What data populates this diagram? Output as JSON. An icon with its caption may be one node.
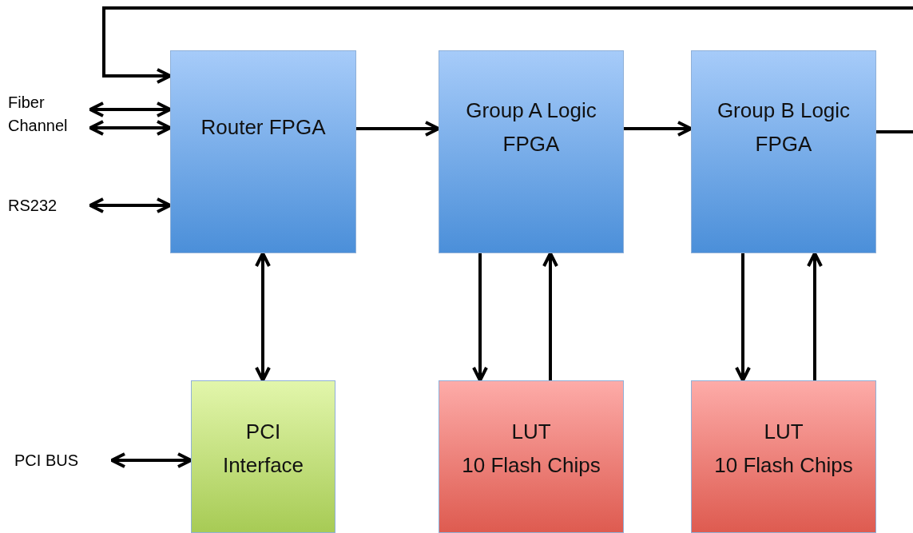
{
  "diagram": {
    "nodes": [
      {
        "text": [
          "Router FPGA"
        ]
      },
      {
        "text": [
          "Group A Logic FPGA"
        ]
      },
      {
        "text": [
          "Group B Logic FPGA"
        ]
      },
      {
        "text": [
          "PCI Interface"
        ]
      },
      {
        "text": [
          "LUT",
          "10 Flash Chips"
        ]
      },
      {
        "text": [
          "LUT",
          "10 Flash Chips"
        ]
      },
      {
        "text": [
          "Fiber Channel"
        ]
      },
      {
        "text": [
          "RS232"
        ]
      },
      {
        "text": [
          "PCI BUS"
        ]
      }
    ],
    "edges": [
      {
        "from": 2,
        "to": null,
        "arrow": "none"
      },
      {
        "from": null,
        "to": 0,
        "arrow": "to"
      },
      {
        "from": 6,
        "to": 0,
        "arrow": "both"
      },
      {
        "from": 6,
        "to": 0,
        "arrow": "both"
      },
      {
        "from": 7,
        "to": 0,
        "arrow": "both"
      },
      {
        "from": 0,
        "to": 1,
        "arrow": "to"
      },
      {
        "from": 1,
        "to": 2,
        "arrow": "to"
      },
      {
        "from": 0,
        "to": 3,
        "arrow": "both"
      },
      {
        "from": 1,
        "to": 4,
        "arrow": "to"
      },
      {
        "from": 4,
        "to": 1,
        "arrow": "to"
      },
      {
        "from": 2,
        "to": 5,
        "arrow": "to"
      },
      {
        "from": 5,
        "to": 2,
        "arrow": "to"
      },
      {
        "from": 8,
        "to": 3,
        "arrow": "both"
      }
    ]
  }
}
